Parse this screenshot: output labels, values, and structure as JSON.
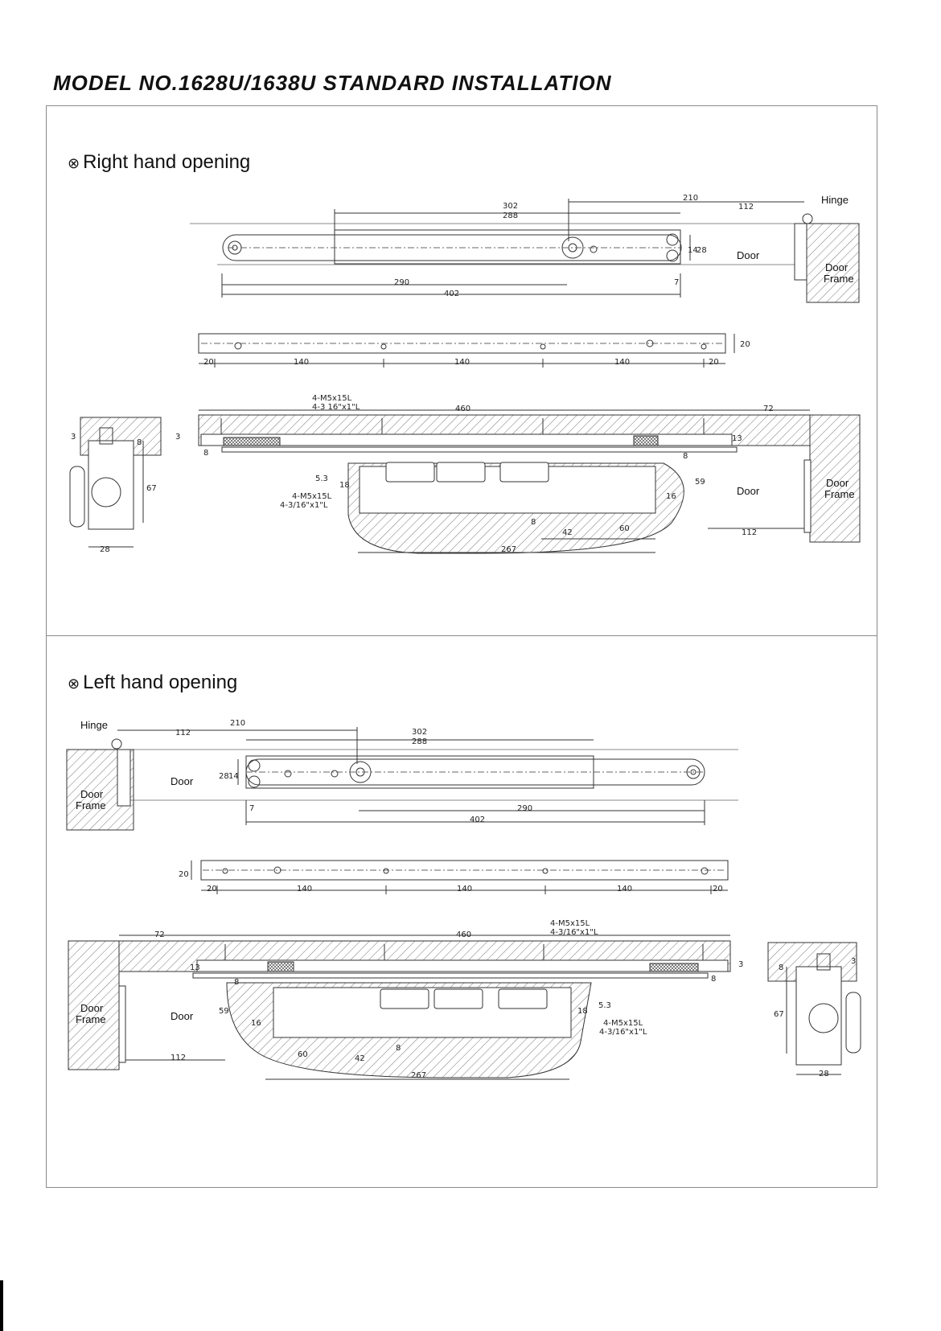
{
  "title": "MODEL NO.1628U/1638U STANDARD INSTALLATION",
  "sections": {
    "right": {
      "bullet": "⊗",
      "heading": "Right hand opening",
      "labels": {
        "hinge": "Hinge",
        "door": "Door",
        "door_frame_1": "Door",
        "door_frame_2": "Frame"
      },
      "top_view_dims": {
        "d302": "302",
        "d288": "288",
        "d210": "210",
        "d112": "112",
        "d14": "14",
        "d28": "28",
        "d290": "290",
        "d402": "402",
        "d7": "7"
      },
      "rail_dims": {
        "d20a": "20",
        "d140a": "140",
        "d140b": "140",
        "d140c": "140",
        "d20b": "20",
        "d20c": "20"
      },
      "section_dims": {
        "screw_note_1": "4-M5x15L",
        "screw_note_2": "4-3 16\"x1\"L",
        "screw_note_3": "4-M5x15L",
        "screw_note_4": "4-3/16\"x1\"L",
        "d460": "460",
        "d72": "72",
        "d13": "13",
        "d8a": "8",
        "d8b": "8",
        "d3": "3",
        "d53": "5.3",
        "d18": "18",
        "d16": "16",
        "d59": "59",
        "d8c": "8",
        "d42": "42",
        "d60": "60",
        "d112": "112",
        "d267": "267"
      },
      "side_dims": {
        "d3": "3",
        "d8": "8",
        "d67": "67",
        "d28": "28"
      }
    },
    "left": {
      "bullet": "⊗",
      "heading": "Left hand opening",
      "labels": {
        "hinge": "Hinge",
        "door": "Door",
        "door_frame_1": "Door",
        "door_frame_2": "Frame"
      },
      "top_view_dims": {
        "d302": "302",
        "d288": "288",
        "d210": "210",
        "d112": "112",
        "d14": "14",
        "d28": "28",
        "d290": "290",
        "d402": "402",
        "d7": "7"
      },
      "rail_dims": {
        "d20a": "20",
        "d140a": "140",
        "d140b": "140",
        "d140c": "140",
        "d20b": "20",
        "d20c": "20"
      },
      "section_dims": {
        "screw_note_1": "4-M5x15L",
        "screw_note_2": "4-3/16\"x1\"L",
        "screw_note_3": "4-M5x15L",
        "screw_note_4": "4-3/16\"x1\"L",
        "d460": "460",
        "d72": "72",
        "d13": "13",
        "d8a": "8",
        "d8b": "8",
        "d3": "3",
        "d53": "5.3",
        "d18": "18",
        "d16": "16",
        "d59": "59",
        "d8c": "8",
        "d42": "42",
        "d60": "60",
        "d112": "112",
        "d267": "267"
      },
      "side_dims": {
        "d3": "3",
        "d8": "8",
        "d67": "67",
        "d28": "28"
      }
    }
  }
}
